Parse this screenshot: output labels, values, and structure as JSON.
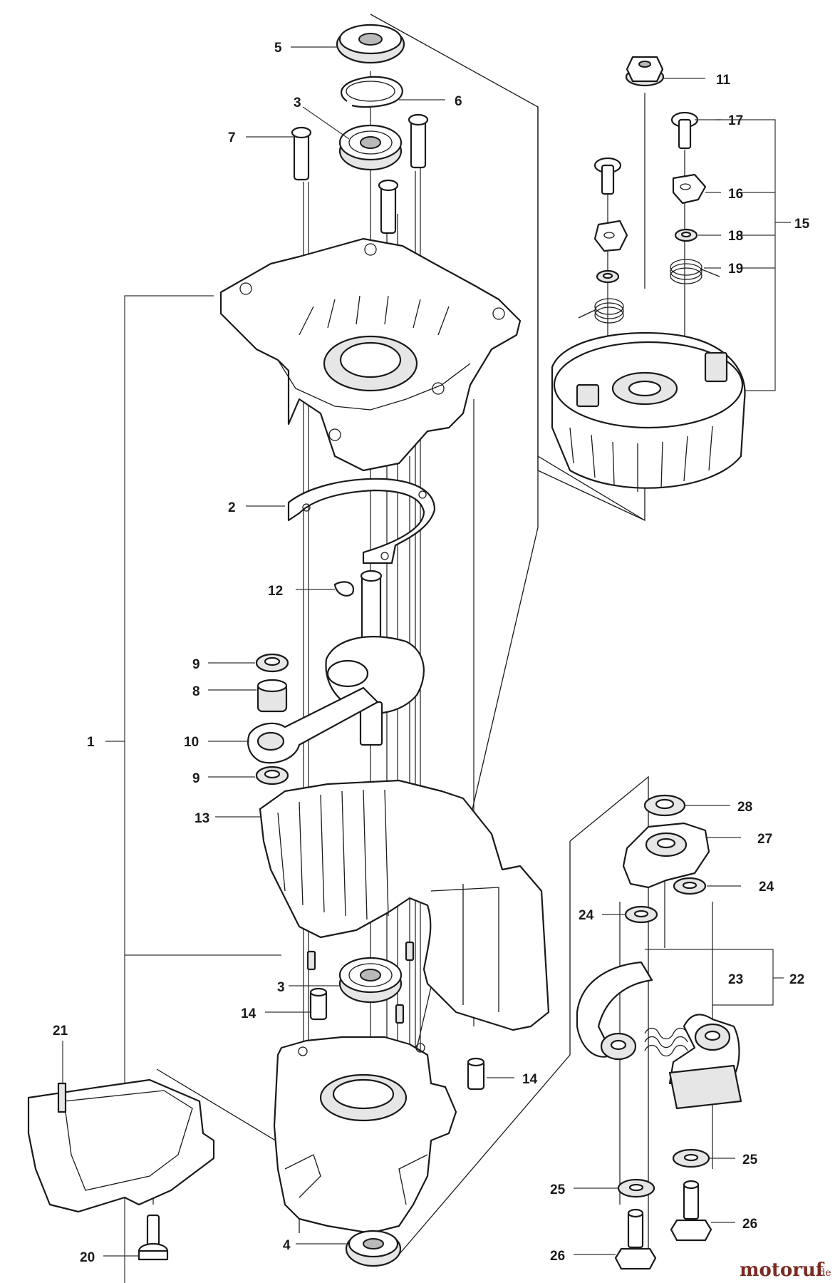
{
  "callouts": [
    {
      "id": "c5",
      "label": "5"
    },
    {
      "id": "c6",
      "label": "6"
    },
    {
      "id": "c3a",
      "label": "3"
    },
    {
      "id": "c7",
      "label": "7"
    },
    {
      "id": "c11",
      "label": "11"
    },
    {
      "id": "c17",
      "label": "17"
    },
    {
      "id": "c16",
      "label": "16"
    },
    {
      "id": "c15",
      "label": "15"
    },
    {
      "id": "c18",
      "label": "18"
    },
    {
      "id": "c19",
      "label": "19"
    },
    {
      "id": "c2",
      "label": "2"
    },
    {
      "id": "c12",
      "label": "12"
    },
    {
      "id": "c9a",
      "label": "9"
    },
    {
      "id": "c8",
      "label": "8"
    },
    {
      "id": "c1",
      "label": "1"
    },
    {
      "id": "c10",
      "label": "10"
    },
    {
      "id": "c9b",
      "label": "9"
    },
    {
      "id": "c13",
      "label": "13"
    },
    {
      "id": "c28",
      "label": "28"
    },
    {
      "id": "c27",
      "label": "27"
    },
    {
      "id": "c24a",
      "label": "24"
    },
    {
      "id": "c24b",
      "label": "24"
    },
    {
      "id": "c3b",
      "label": "3"
    },
    {
      "id": "c23",
      "label": "23"
    },
    {
      "id": "c22",
      "label": "22"
    },
    {
      "id": "c14a",
      "label": "14"
    },
    {
      "id": "c21",
      "label": "21"
    },
    {
      "id": "c14b",
      "label": "14"
    },
    {
      "id": "c25a",
      "label": "25"
    },
    {
      "id": "c25b",
      "label": "25"
    },
    {
      "id": "c26a",
      "label": "26"
    },
    {
      "id": "c20",
      "label": "20"
    },
    {
      "id": "c4",
      "label": "4"
    },
    {
      "id": "c26b",
      "label": "26"
    }
  ],
  "watermark": {
    "text": "motoruf",
    "suffix": ".de"
  }
}
